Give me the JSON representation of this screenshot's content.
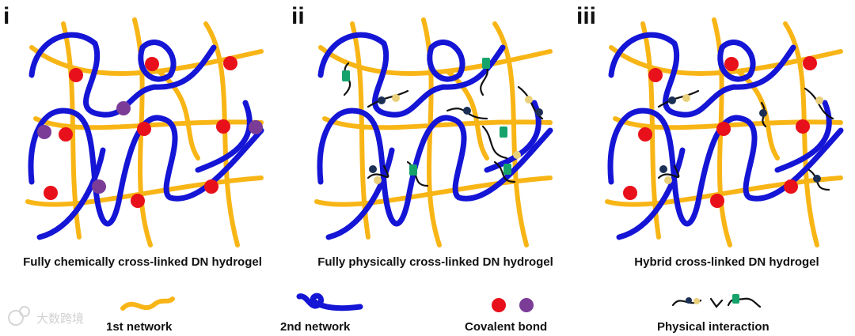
{
  "panels": [
    {
      "label": "i",
      "caption": "Fully chemically cross-linked DN hydrogel"
    },
    {
      "label": "ii",
      "caption": "Fully physically cross-linked DN hydrogel"
    },
    {
      "label": "iii",
      "caption": "Hybrid cross-linked DN hydrogel"
    }
  ],
  "legend": {
    "first_network": "1st network",
    "second_network": "2nd network",
    "covalent_bond": "Covalent bond",
    "physical_interaction": "Physical interaction"
  },
  "watermark": "大数跨境",
  "colors": {
    "first_network": "#f8b516",
    "second_network": "#1515d6",
    "covalent_bond_red": "#e8101a",
    "covalent_bond_purple": "#7b3c98",
    "physical_link": "#111111",
    "physical_green": "#15a36b",
    "physical_navy": "#1b2f55",
    "physical_tan": "#e9d07a"
  }
}
